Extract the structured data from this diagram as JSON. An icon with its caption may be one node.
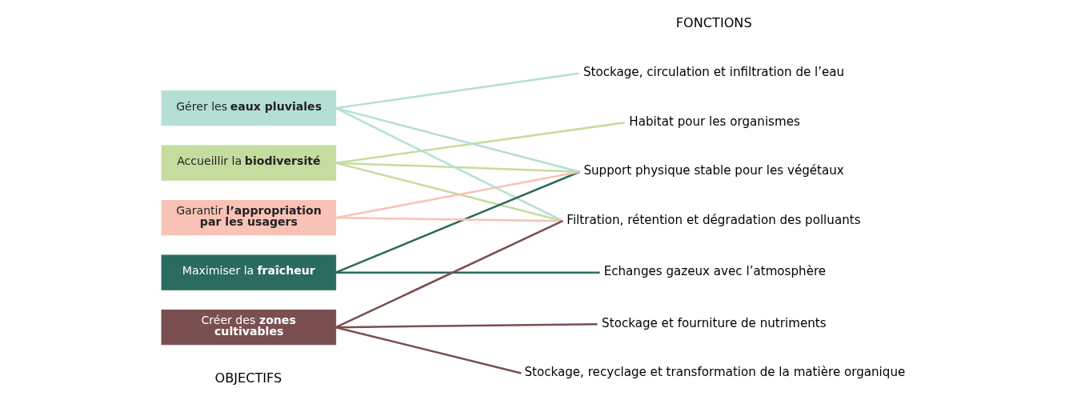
{
  "diagram": {
    "nodes": [
      {
        "text": [
          "Accueillir la **biodiversité**"
        ]
      },
      {
        "text": [
          "Gérer les **eaux pluviales**"
        ]
      },
      {
        "text": [
          "Maximiser la **fraîcheur**"
        ]
      },
      {
        "text": [
          "Garantir **l’appropriation par les usagers**"
        ]
      },
      {
        "text": [
          "Créer des **zones cultivables**"
        ]
      },
      {
        "text": [
          "Support physique stable pour les végétaux"
        ]
      },
      {
        "text": [
          "Habitat pour les organismes"
        ]
      },
      {
        "text": [
          "Stockage, recyclage et transformation de la matière organique"
        ]
      },
      {
        "text": [
          "Stockage et fourniture de nutriments"
        ]
      },
      {
        "text": [
          "Stockage, circulation et infiltration de l’eau"
        ]
      },
      {
        "text": [
          "Filtration, rétention et dégradation des polluants"
        ]
      },
      {
        "text": [
          "Echanges gazeux avec l’atmosphère"
        ]
      }
    ],
    "edges": [
      {
        "from": 0,
        "to": 5,
        "arrow": "none",
        "color": "#c5dc9f"
      },
      {
        "from": 0,
        "to": 6,
        "arrow": "none",
        "color": "#c5dc9f"
      },
      {
        "from": 0,
        "to": 10,
        "arrow": "none",
        "color": "#c5dc9f"
      },
      {
        "from": 1,
        "to": 5,
        "arrow": "none",
        "color": "#b3dfd4"
      },
      {
        "from": 1,
        "to": 9,
        "arrow": "none",
        "color": "#b3dfd4"
      },
      {
        "from": 1,
        "to": 10,
        "arrow": "none",
        "color": "#b3dfd4"
      },
      {
        "from": 2,
        "to": 5,
        "arrow": "none",
        "color": "#2a6b5d"
      },
      {
        "from": 2,
        "to": 11,
        "arrow": "none",
        "color": "#2a6b5d"
      },
      {
        "from": 3,
        "to": 5,
        "arrow": "none",
        "color": "#f8c2b6"
      },
      {
        "from": 3,
        "to": 10,
        "arrow": "none",
        "color": "#f8c2b6"
      },
      {
        "from": 4,
        "to": 7,
        "arrow": "none",
        "color": "#7a4f4f"
      },
      {
        "from": 4,
        "to": 8,
        "arrow": "none",
        "color": "#7a4f4f"
      },
      {
        "from": 4,
        "to": 10,
        "arrow": "none",
        "color": "#7a4f4f"
      }
    ],
    "labels": [
      "OBJECTIFS",
      "FONCTIONS"
    ]
  }
}
